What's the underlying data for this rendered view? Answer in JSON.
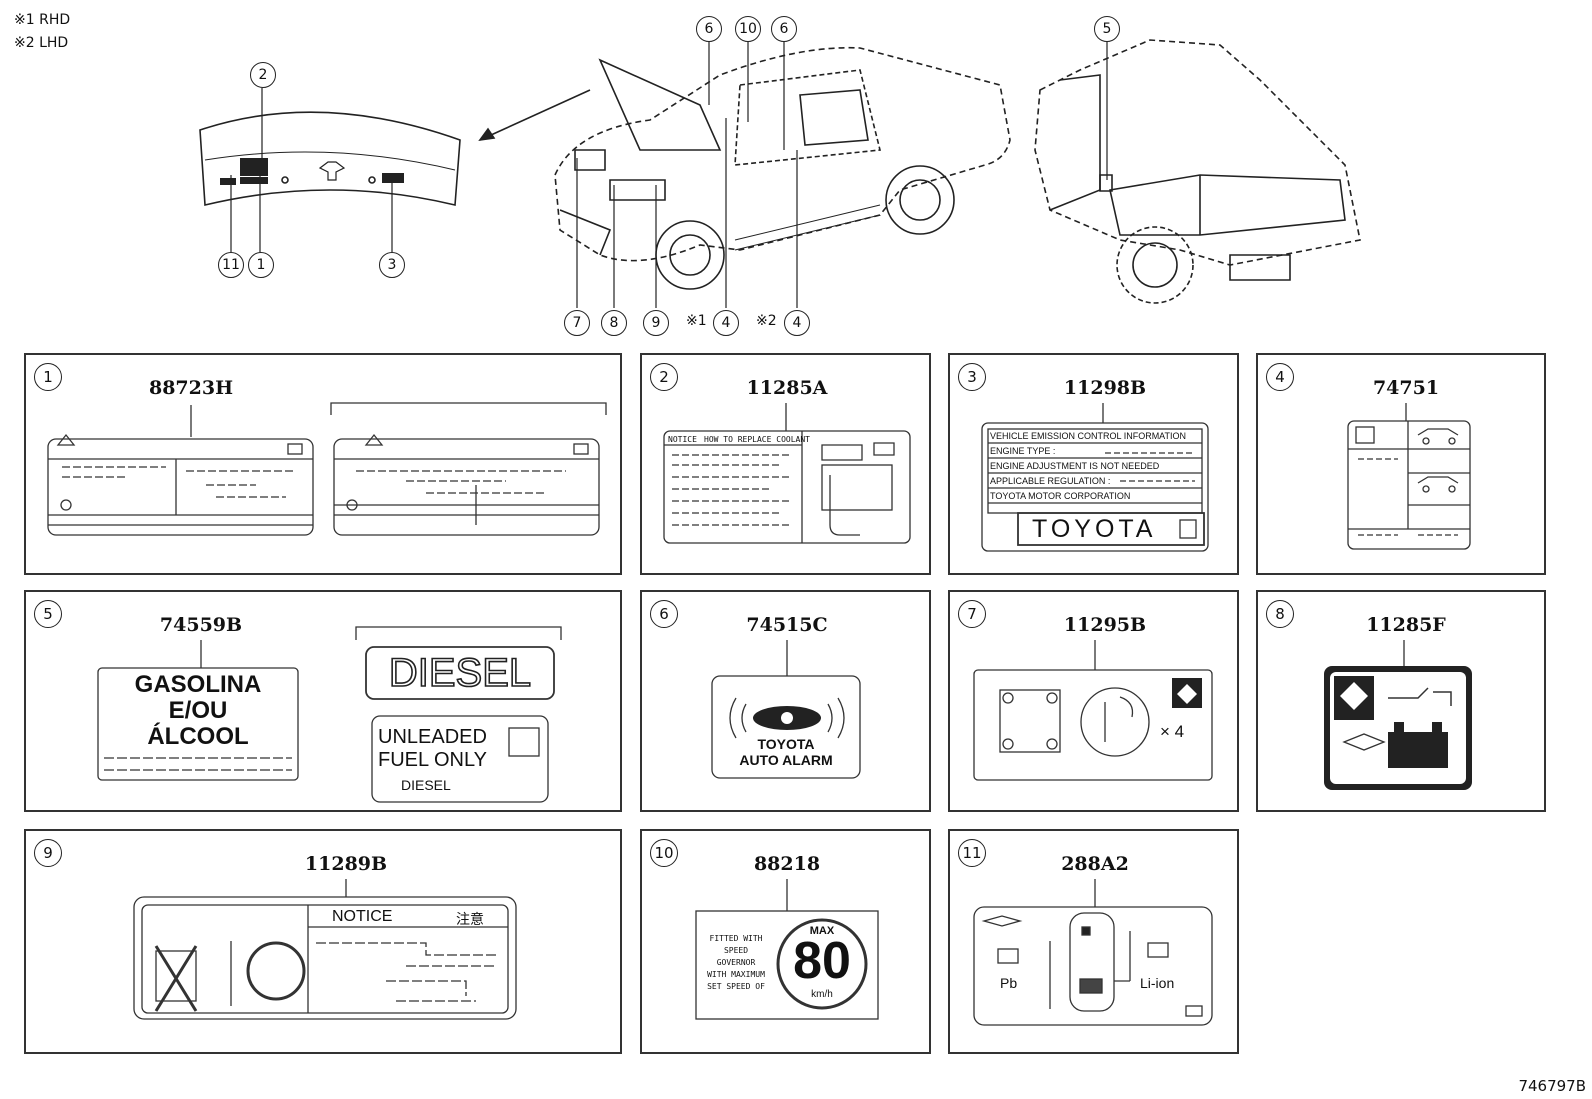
{
  "notes": {
    "rhd": "※1 RHD",
    "lhd": "※2 LHD"
  },
  "overview": {
    "callouts": [
      "2",
      "11",
      "1",
      "3",
      "6",
      "10",
      "6",
      "7",
      "8",
      "9",
      "4",
      "4",
      "5"
    ],
    "rhd_mark": "※1",
    "lhd_mark": "※2"
  },
  "panels": [
    {
      "num": "1",
      "code": "88723H"
    },
    {
      "num": "2",
      "code": "11285A"
    },
    {
      "num": "3",
      "code": "11298B"
    },
    {
      "num": "4",
      "code": "74751"
    },
    {
      "num": "5",
      "code": "74559B"
    },
    {
      "num": "6",
      "code": "74515C"
    },
    {
      "num": "7",
      "code": "11295B"
    },
    {
      "num": "8",
      "code": "11285F"
    },
    {
      "num": "9",
      "code": "11289B"
    },
    {
      "num": "10",
      "code": "88218"
    },
    {
      "num": "11",
      "code": "288A2"
    }
  ],
  "label2": {
    "notice": "NOTICE",
    "how": "HOW TO REPLACE COOLANT"
  },
  "label3": {
    "line1": "VEHICLE EMISSION CONTROL INFORMATION",
    "line2": "ENGINE TYPE :",
    "line3": "ENGINE ADJUSTMENT IS NOT NEEDED",
    "line4": "APPLICABLE REGULATION :",
    "line5": "TOYOTA MOTOR CORPORATION",
    "brand": "TOYOTA"
  },
  "label5": {
    "gas1": "GASOLINA",
    "gas2": "E/OU",
    "gas3": "ÁLCOOL",
    "diesel": "DIESEL",
    "unl1": "UNLEADED",
    "unl2": "FUEL ONLY",
    "unl3": "DIESEL"
  },
  "label6": {
    "line1": "TOYOTA",
    "line2": "AUTO ALARM"
  },
  "label7": {
    "mult": "× 4"
  },
  "label9": {
    "notice": "NOTICE",
    "jp": "注意"
  },
  "label10": {
    "text": [
      "FITTED WITH",
      "SPEED",
      "GOVERNOR",
      "WITH MAXIMUM",
      "SET SPEED OF"
    ],
    "max": "MAX",
    "speed": "80",
    "unit": "km/h"
  },
  "label11": {
    "pb": "Pb",
    "liion": "Li-ion"
  },
  "figure_id": "746797B"
}
